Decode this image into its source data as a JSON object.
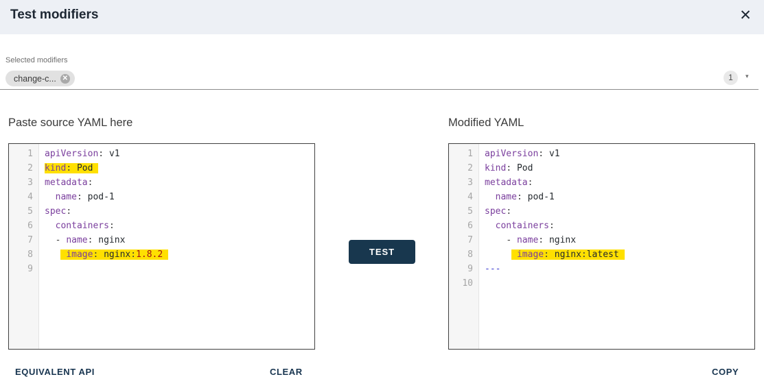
{
  "dialog": {
    "title": "Test modifiers",
    "close_icon": "✕"
  },
  "modifiers": {
    "label": "Selected modifiers",
    "chips": [
      {
        "label": "change-c...",
        "remove_icon": "✕"
      }
    ],
    "count_badge": "1",
    "dropdown_icon": "▾"
  },
  "colors": {
    "header_background": "#edf0f5",
    "accent_navy": "#18374e",
    "highlight_yellow": "#ffe000",
    "yaml_key": "#7a3e9d",
    "yaml_number": "#a31515",
    "yaml_doc_separator": "#3b3bd1"
  },
  "test_button_label": "TEST",
  "actions": {
    "equivalent_api": "EQUIVALENT API",
    "clear": "CLEAR",
    "copy": "COPY"
  },
  "editors": {
    "source": {
      "heading": "Paste source YAML here",
      "lines": [
        {
          "no": "1",
          "tokens": [
            {
              "t": "key",
              "v": "apiVersion"
            },
            {
              "t": "punc",
              "v": ": "
            },
            {
              "t": "val",
              "v": "v1"
            }
          ]
        },
        {
          "no": "2",
          "tokens": [
            {
              "t": "key",
              "v": "kind",
              "h": true
            },
            {
              "t": "punc",
              "v": ": ",
              "h": true
            },
            {
              "t": "val",
              "v": "Pod",
              "h": true
            },
            {
              "t": "plain",
              "v": " ",
              "h": true
            }
          ]
        },
        {
          "no": "3",
          "tokens": [
            {
              "t": "key",
              "v": "metadata"
            },
            {
              "t": "punc",
              "v": ":"
            }
          ]
        },
        {
          "no": "4",
          "tokens": [
            {
              "t": "plain",
              "v": "  "
            },
            {
              "t": "key",
              "v": "name"
            },
            {
              "t": "punc",
              "v": ": "
            },
            {
              "t": "val",
              "v": "pod-1"
            }
          ]
        },
        {
          "no": "5",
          "tokens": [
            {
              "t": "key",
              "v": "spec"
            },
            {
              "t": "punc",
              "v": ":"
            }
          ]
        },
        {
          "no": "6",
          "tokens": [
            {
              "t": "plain",
              "v": "  "
            },
            {
              "t": "key",
              "v": "containers"
            },
            {
              "t": "punc",
              "v": ":"
            }
          ]
        },
        {
          "no": "7",
          "tokens": [
            {
              "t": "plain",
              "v": "  "
            },
            {
              "t": "punc",
              "v": "- "
            },
            {
              "t": "key",
              "v": "name"
            },
            {
              "t": "punc",
              "v": ": "
            },
            {
              "t": "val",
              "v": "nginx"
            }
          ]
        },
        {
          "no": "8",
          "tokens": [
            {
              "t": "plain",
              "v": "   "
            },
            {
              "t": "plain",
              "v": " ",
              "h": true
            },
            {
              "t": "key",
              "v": "image",
              "h": true
            },
            {
              "t": "punc",
              "v": ": ",
              "h": true
            },
            {
              "t": "val",
              "v": "nginx",
              "h": true
            },
            {
              "t": "punc",
              "v": ":",
              "h": true
            },
            {
              "t": "num",
              "v": "1.8.2",
              "h": true
            },
            {
              "t": "plain",
              "v": " ",
              "h": true
            }
          ]
        },
        {
          "no": "9",
          "tokens": []
        }
      ]
    },
    "modified": {
      "heading": "Modified YAML",
      "lines": [
        {
          "no": "1",
          "tokens": [
            {
              "t": "key",
              "v": "apiVersion"
            },
            {
              "t": "punc",
              "v": ": "
            },
            {
              "t": "val",
              "v": "v1"
            }
          ]
        },
        {
          "no": "2",
          "tokens": [
            {
              "t": "key",
              "v": "kind"
            },
            {
              "t": "punc",
              "v": ": "
            },
            {
              "t": "val",
              "v": "Pod"
            }
          ]
        },
        {
          "no": "3",
          "tokens": [
            {
              "t": "key",
              "v": "metadata"
            },
            {
              "t": "punc",
              "v": ":"
            }
          ]
        },
        {
          "no": "4",
          "tokens": [
            {
              "t": "plain",
              "v": "  "
            },
            {
              "t": "key",
              "v": "name"
            },
            {
              "t": "punc",
              "v": ": "
            },
            {
              "t": "val",
              "v": "pod-1"
            }
          ]
        },
        {
          "no": "5",
          "tokens": [
            {
              "t": "key",
              "v": "spec"
            },
            {
              "t": "punc",
              "v": ":"
            }
          ]
        },
        {
          "no": "6",
          "tokens": [
            {
              "t": "plain",
              "v": "  "
            },
            {
              "t": "key",
              "v": "containers"
            },
            {
              "t": "punc",
              "v": ":"
            }
          ]
        },
        {
          "no": "7",
          "tokens": [
            {
              "t": "plain",
              "v": "    "
            },
            {
              "t": "punc",
              "v": "- "
            },
            {
              "t": "key",
              "v": "name"
            },
            {
              "t": "punc",
              "v": ": "
            },
            {
              "t": "val",
              "v": "nginx"
            }
          ]
        },
        {
          "no": "8",
          "tokens": [
            {
              "t": "plain",
              "v": "     "
            },
            {
              "t": "plain",
              "v": " ",
              "h": true
            },
            {
              "t": "key",
              "v": "image",
              "h": true
            },
            {
              "t": "punc",
              "v": ": ",
              "h": true
            },
            {
              "t": "val",
              "v": "nginx",
              "h": true
            },
            {
              "t": "punc",
              "v": ":",
              "h": true
            },
            {
              "t": "val",
              "v": "latest",
              "h": true
            },
            {
              "t": "plain",
              "v": " ",
              "h": true
            }
          ]
        },
        {
          "no": "9",
          "tokens": [
            {
              "t": "doc",
              "v": "---"
            }
          ]
        },
        {
          "no": "10",
          "tokens": []
        }
      ]
    }
  }
}
